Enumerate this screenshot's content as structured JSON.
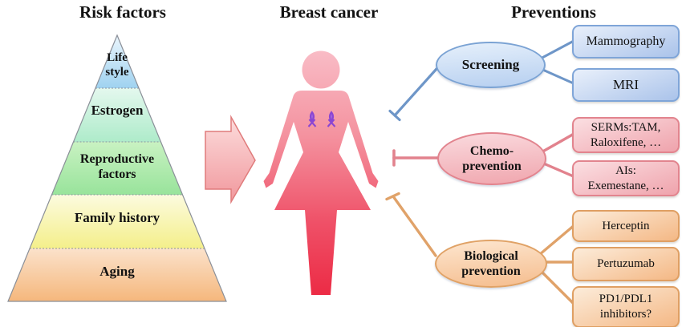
{
  "titles": {
    "risk_factors": "Risk factors",
    "breast_cancer": "Breast cancer",
    "preventions": "Preventions"
  },
  "pyramid": {
    "layers": [
      {
        "id": "lifestyle",
        "line1": "Life",
        "line2": "style",
        "fill_top": "#e7f3fc",
        "fill_bottom": "#9fd2f0"
      },
      {
        "id": "estrogen",
        "line1": "Estrogen",
        "fill_top": "#e4f8ee",
        "fill_bottom": "#aeebca"
      },
      {
        "id": "reproductive",
        "line1": "Reproductive",
        "line2": "factors",
        "fill_top": "#c9f2c2",
        "fill_bottom": "#98e39b"
      },
      {
        "id": "family-history",
        "line1": "Family history",
        "fill_top": "#fcfbdf",
        "fill_bottom": "#f4ef8a"
      },
      {
        "id": "aging",
        "line1": "Aging",
        "fill_top": "#fbe2cb",
        "fill_bottom": "#f5b77c"
      }
    ]
  },
  "figure": {
    "body_top_color": "#f9bcc6",
    "body_bottom_color": "#ec2b45",
    "ribbon_color": "#8b46d2"
  },
  "arrow_color": "#f4a6a6",
  "groups": [
    {
      "id": "screening",
      "label_line1": "Screening",
      "accent": "#7ba3d4",
      "boxes": [
        {
          "line1": "Mammography"
        },
        {
          "line1": "MRI"
        }
      ]
    },
    {
      "id": "chemo-prevention",
      "label_line1": "Chemo-",
      "label_line2": "prevention",
      "accent": "#e2848e",
      "boxes": [
        {
          "line1": "SERMs:TAM,",
          "line2": "Raloxifene, …"
        },
        {
          "line1": "AIs:",
          "line2": "Exemestane, …"
        }
      ]
    },
    {
      "id": "biological-prevention",
      "label_line1": "Biological",
      "label_line2": "prevention",
      "accent": "#df9f63",
      "boxes": [
        {
          "line1": "Herceptin"
        },
        {
          "line1": "Pertuzumab"
        },
        {
          "line1": "PD1/PDL1",
          "line2": "inhibitors?"
        }
      ]
    }
  ]
}
